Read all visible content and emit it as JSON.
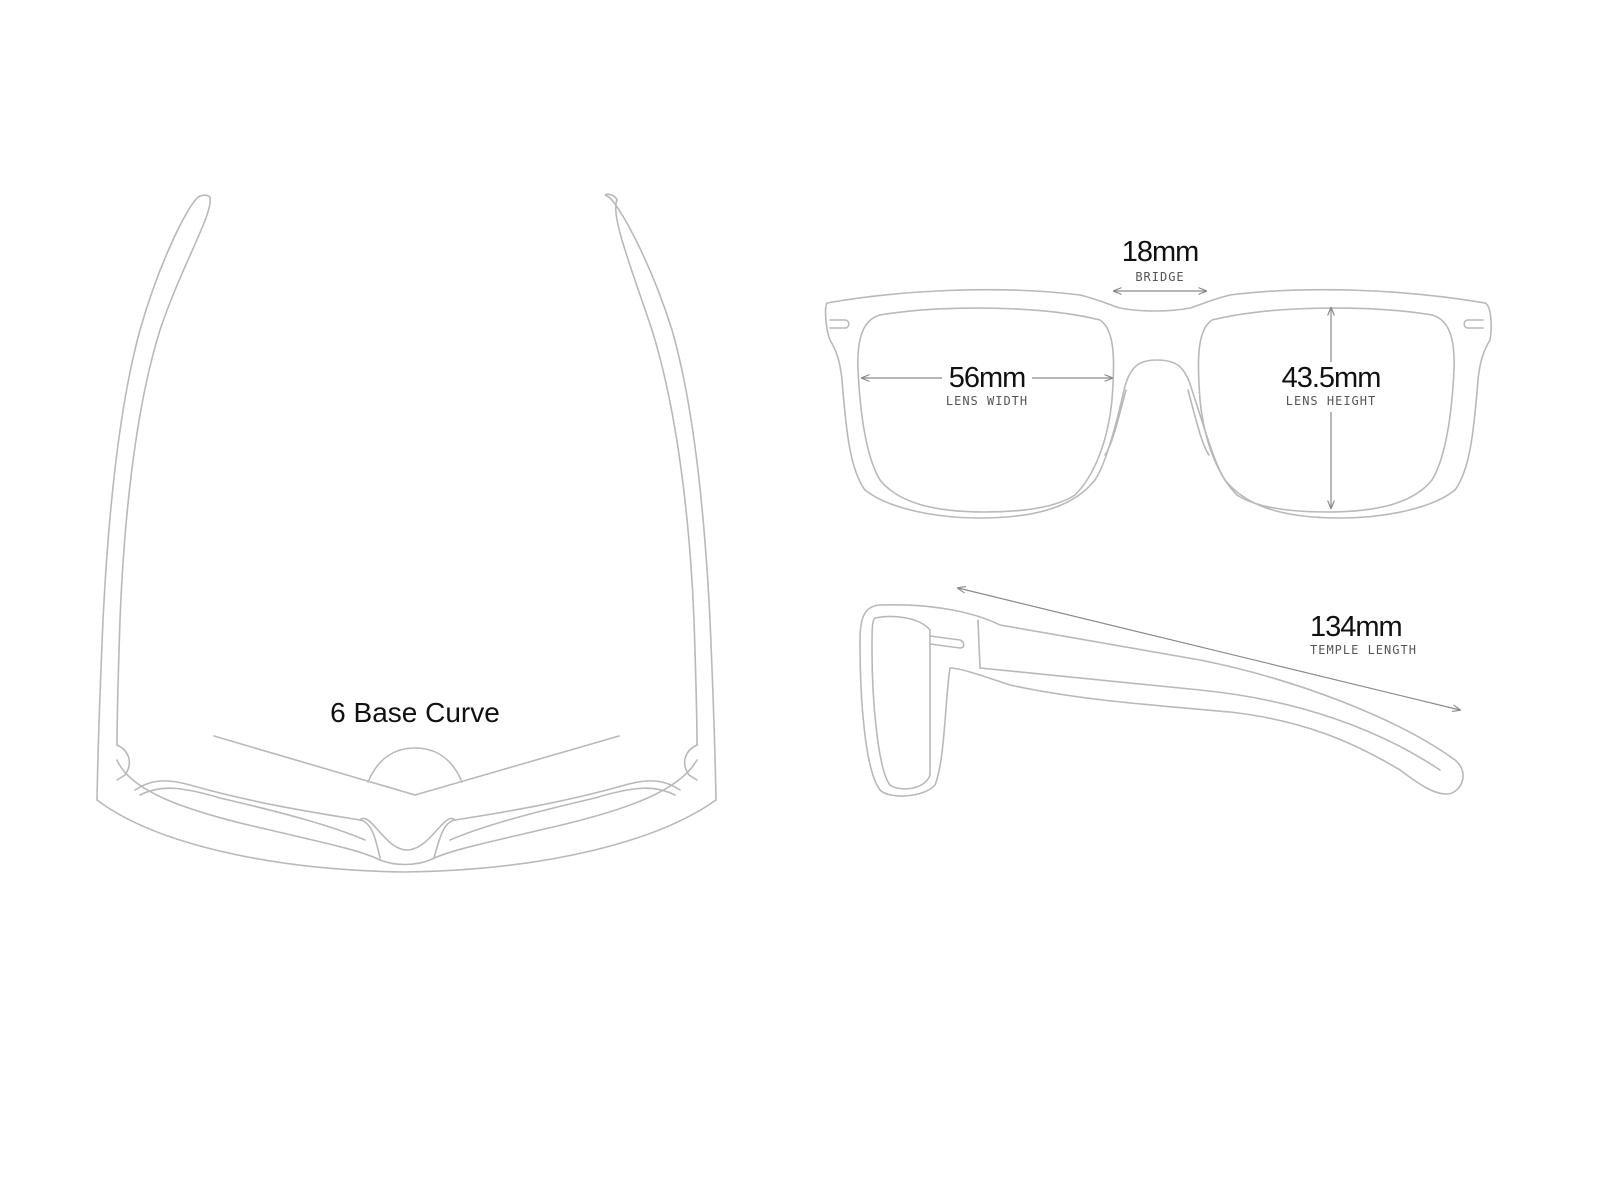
{
  "top_view": {
    "curve_label": "6 Base Curve"
  },
  "front_view": {
    "bridge": {
      "value": "18mm",
      "label": "BRIDGE"
    },
    "lens_width": {
      "value": "56mm",
      "label": "LENS WIDTH"
    },
    "lens_height": {
      "value": "43.5mm",
      "label": "LENS HEIGHT"
    }
  },
  "side_view": {
    "temple_length": {
      "value": "134mm",
      "label": "TEMPLE LENGTH"
    }
  },
  "colors": {
    "line": "#b9b9b9",
    "text": "#111111",
    "sublabel": "#555555"
  }
}
